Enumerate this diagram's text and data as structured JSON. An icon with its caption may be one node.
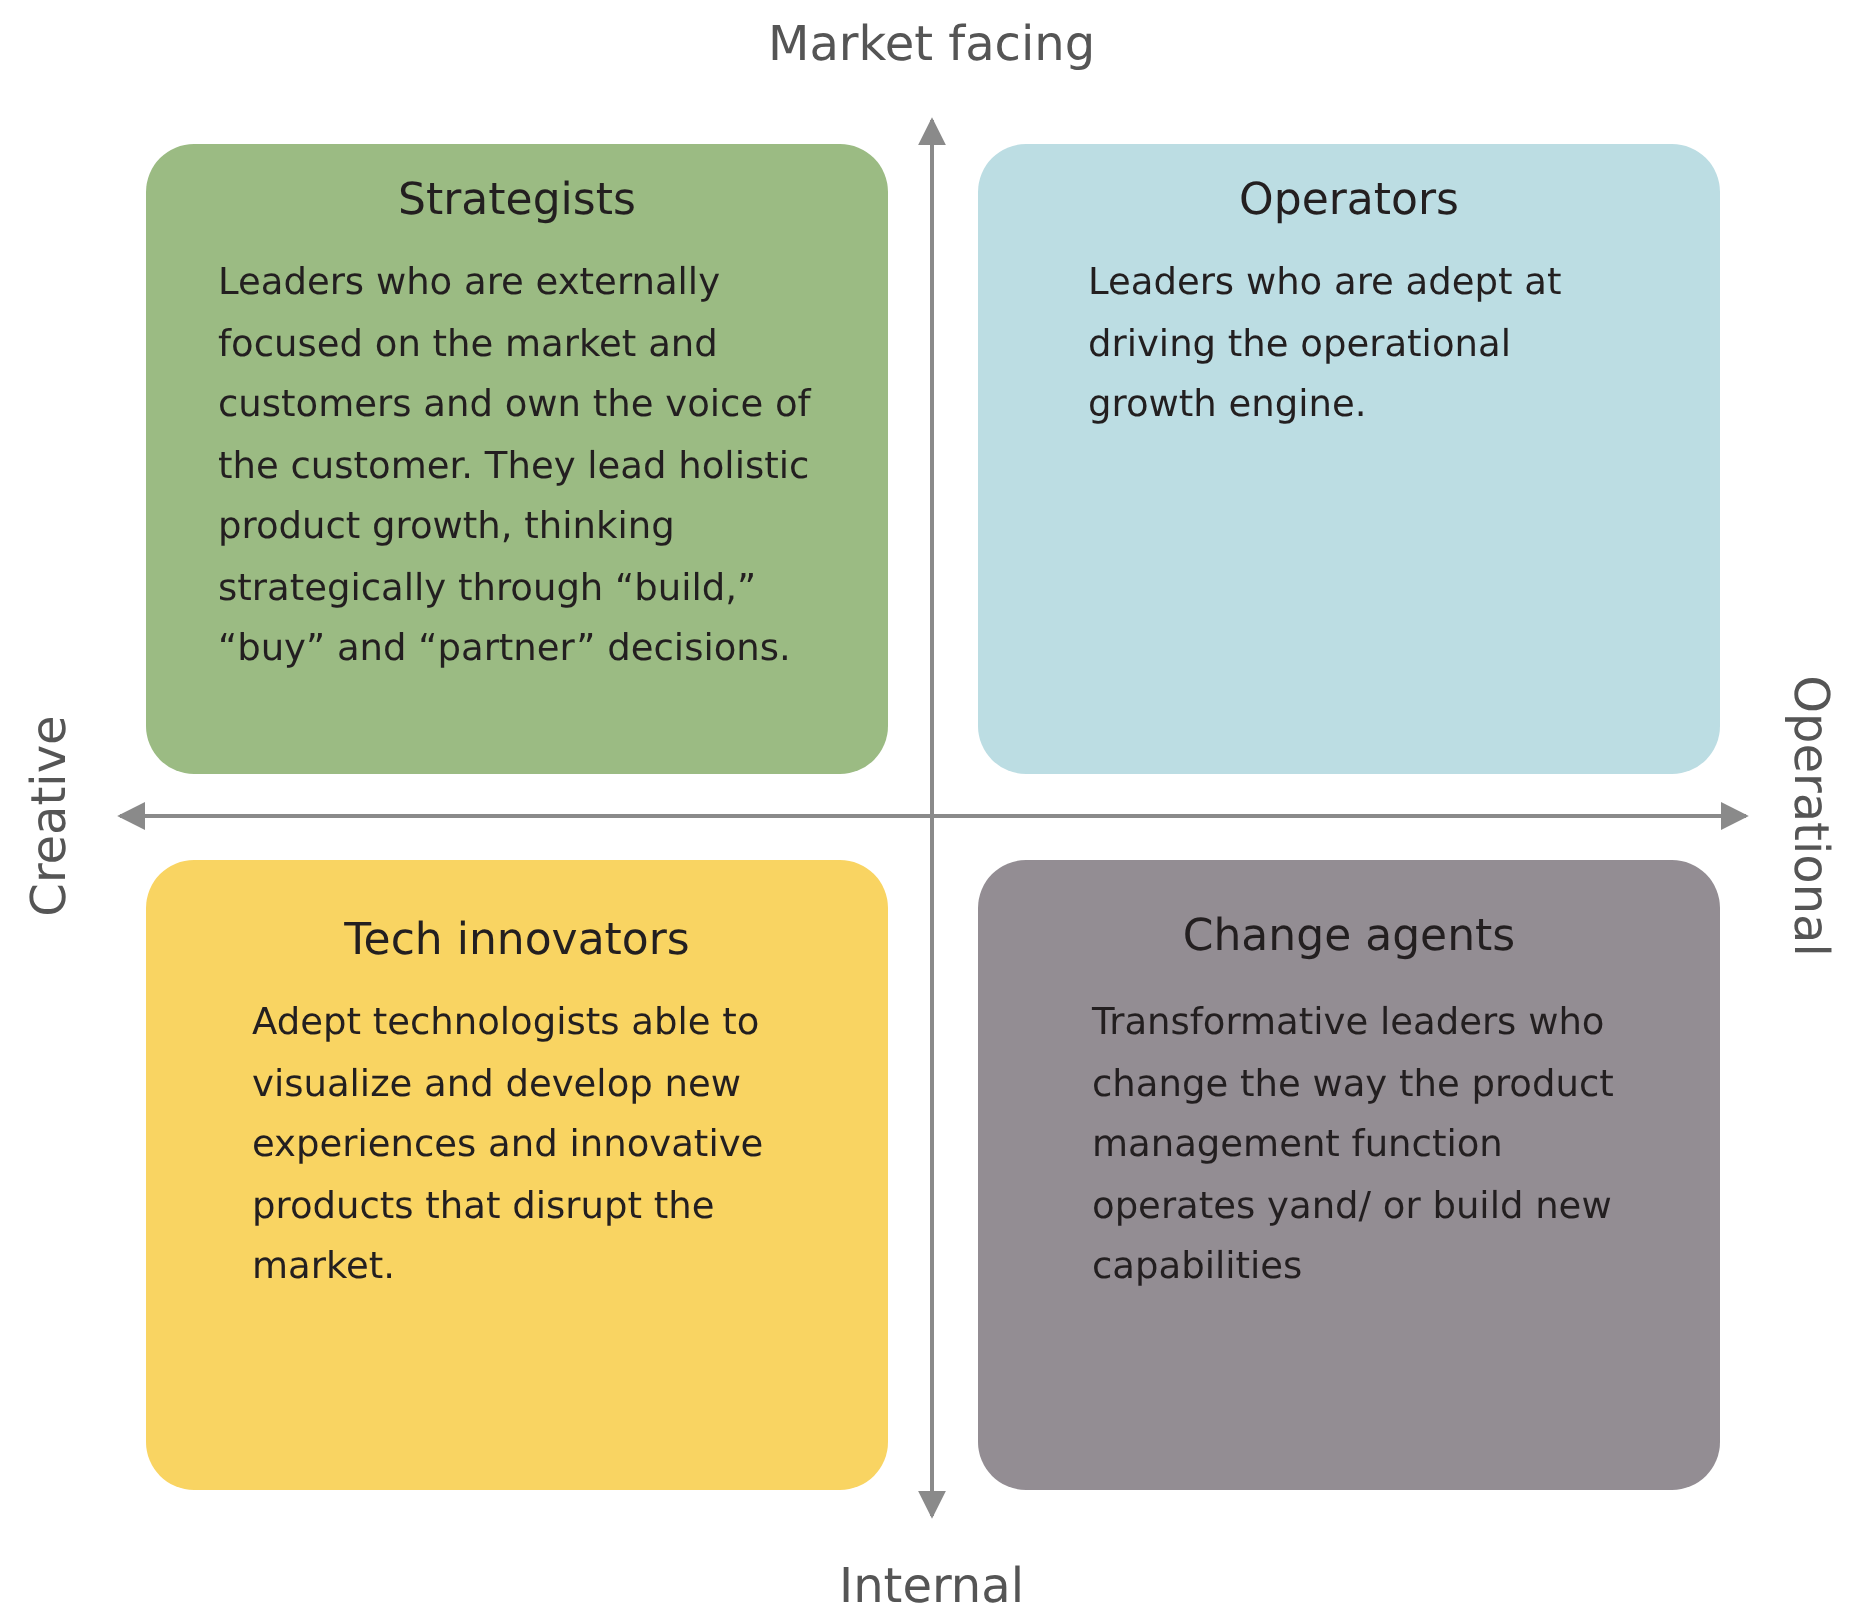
{
  "diagram": {
    "nodes": [
      {
        "text": [
          "Strategists",
          "Leaders who are externally focused on the market and customers and own the voice of the customer. They lead holistic product growth, thinking strategically through “build,” “buy” and “partner” decisions."
        ]
      },
      {
        "text": [
          "Operators",
          "Leaders who are adept at driving the operational growth engine."
        ]
      },
      {
        "text": [
          "Tech innovators",
          "Adept technologists able to visualize and develop new experiences and innovative products that disrupt the market."
        ]
      },
      {
        "text": [
          "Change agents",
          "Transformative leaders who change the way the product management function operates yand/ or build new capabilities"
        ]
      }
    ],
    "edges": [],
    "labels": [
      "Market facing",
      "Creative",
      "Operational",
      "Internal"
    ]
  }
}
